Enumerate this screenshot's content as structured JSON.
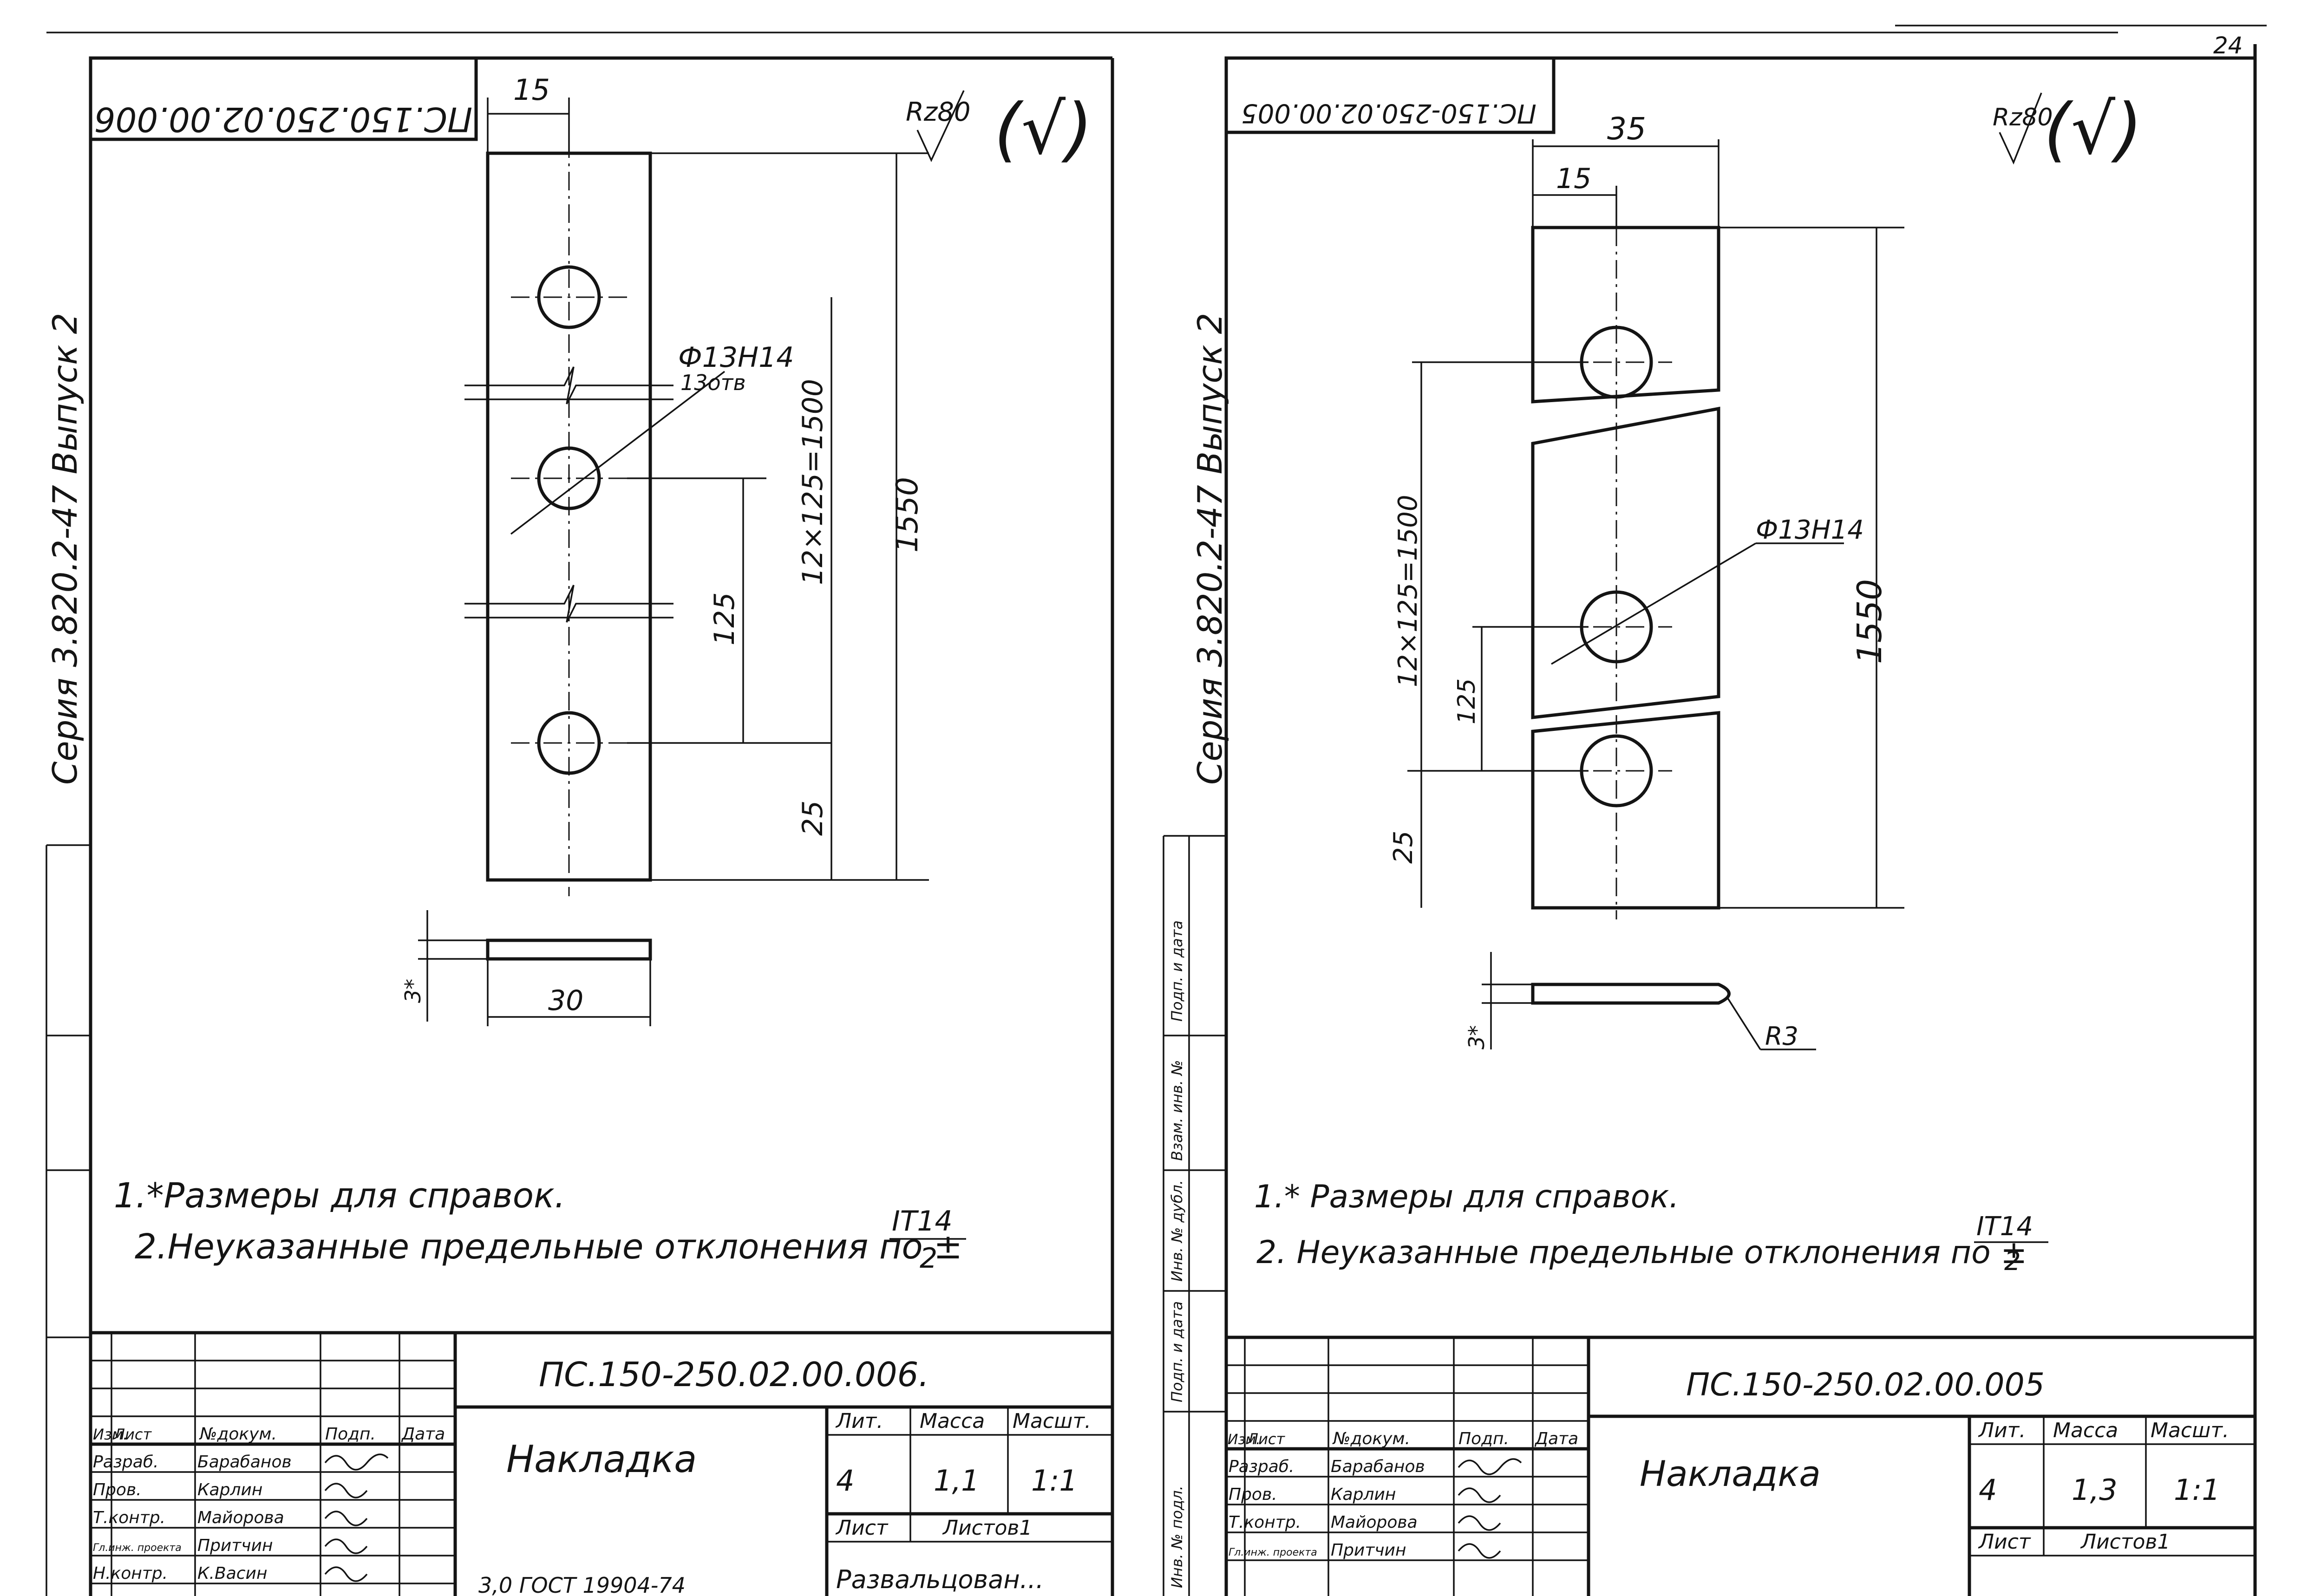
{
  "page_number": "24",
  "surface_symbol": "(√)",
  "left_sheet": {
    "mirror_code": "ПС.150.250.02.00.006",
    "series": "Серия 3.820.2-47 Выпуск 2",
    "roughness": "Rz80",
    "dims": {
      "width": "15",
      "hole": "Ф13Н14",
      "holes_count": "13отв",
      "pitch": "125",
      "total_pitch": "12×125=1500",
      "length": "1550",
      "edge": "25",
      "thickness": "3*",
      "section_width": "30"
    },
    "notes": [
      "1.*Размеры для справок.",
      "2.Неуказанные предельные отклонения по ±"
    ],
    "tolerance": {
      "numerator": "IT14",
      "denominator": "2"
    },
    "stamp": {
      "doc_code": "ПС.150-250.02.00.006.",
      "title": "Накладка",
      "headers": [
        "Изм.",
        "Лист",
        "№докум.",
        "Подп.",
        "Дата"
      ],
      "roles": [
        "Разраб.",
        "Пров.",
        "Т.контр.",
        "Гл.инж. проекта",
        "Н.контр."
      ],
      "names": [
        "Барабанов",
        "Карлин",
        "Майорова",
        "Притчин",
        "К.Васин"
      ],
      "lit_label": "Лит.",
      "mass_label": "Масса",
      "scale_label": "Масшт.",
      "lit_value": "4",
      "mass_value": "1,1",
      "scale_value": "1:1",
      "sheet_label": "Лист",
      "sheets_label": "Листов1",
      "material": "3,0 ГОСТ 19904-74",
      "material_extra": "Развальцован..."
    }
  },
  "right_sheet": {
    "mirror_code": "ПС.150-250.02.00.005",
    "series": "Серия 3.820.2-47 Выпуск 2",
    "roughness": "Rz80",
    "dims": {
      "width": "35",
      "offset": "15",
      "hole": "Ф13Н14",
      "pitch": "125",
      "total_pitch": "12×125=1500",
      "length": "1550",
      "edge": "25",
      "thickness": "3*",
      "radius": "R3"
    },
    "side_labels": [
      "Подп. и дата",
      "Взам. инв. №",
      "Инв. № дубл.",
      "Подп. и дата",
      "Инв. № подл."
    ],
    "notes": [
      "1.* Размеры для справок.",
      "2. Неуказанные предельные отклонения по ±"
    ],
    "tolerance": {
      "numerator": "IT14",
      "denominator": "2"
    },
    "stamp": {
      "doc_code": "ПС.150-250.02.00.005",
      "title": "Накладка",
      "headers": [
        "Изм.",
        "Лист",
        "№докум.",
        "Подп.",
        "Дата"
      ],
      "roles": [
        "Разраб.",
        "Пров.",
        "Т.контр.",
        "Гл.инж. проекта"
      ],
      "names": [
        "Барабанов",
        "Карлин",
        "Майорова",
        "Притчин"
      ],
      "lit_label": "Лит.",
      "mass_label": "Масса",
      "scale_label": "Масшт.",
      "lit_value": "4",
      "mass_value": "1,3",
      "scale_value": "1:1",
      "sheet_label": "Лист",
      "sheets_label": "Листов1"
    }
  }
}
